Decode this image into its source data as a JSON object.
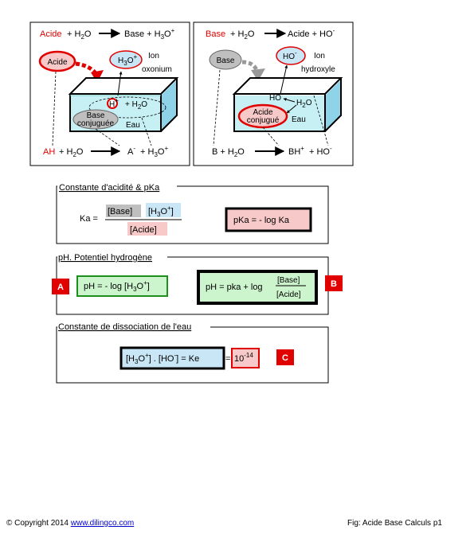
{
  "panel_acid": {
    "top_eq_lhs": "Acide",
    "top_eq_plus_h2o": "+ H",
    "top_eq_rhs": "Base + H",
    "o": "O",
    "two": "2",
    "three": "3",
    "plus": "+",
    "minus": "-",
    "bubble_acide": "Acide",
    "bubble_h3o": "H",
    "ion_label": "Ion",
    "oxonium_label": "oxonium",
    "proton_h": "H",
    "water_reaction": "+ H",
    "base_conj_1": "Base",
    "base_conj_2": "conjuguée",
    "eau": "Eau",
    "bottom_ah": "AH",
    "bottom_h2o": "+ H",
    "bottom_a": "A",
    "bottom_h3o": "+ H"
  },
  "panel_base": {
    "top_eq_lhs": "Base",
    "top_eq_plus_h2o": "+ H",
    "top_eq_rhs": "Acide + HO",
    "bubble_base": "Base",
    "bubble_ho": "HO",
    "ion_label": "Ion",
    "hydroxyle_label": "hydroxyle",
    "ho_small": "HO",
    "h2o_small": "H",
    "acide_conj_1": "Acide",
    "acide_conj_2": "conjugué",
    "eau": "Eau",
    "bottom_b": "B + H",
    "bottom_bh": "BH",
    "bottom_ho": "+ HO"
  },
  "section_ka": {
    "title": "Constante d'acidité & pKa",
    "ka_label": "Ka =",
    "base_term": "[Base]",
    "h3o_term_open": "[H",
    "acide_term": "[Acide]",
    "pka_formula": "pKa = - log Ka"
  },
  "section_ph": {
    "title": "pH. Potentiel hydrogène",
    "badge_a": "A",
    "ph_formula": "pH = - log [H",
    "ph_formula2": "pH =  pka + log",
    "base_term": "[Base]",
    "acide_term": "[Acide]",
    "badge_b": "B"
  },
  "section_ke": {
    "title": "Constante de dissociation de l'eau",
    "ke_formula_1": "[H",
    "ke_formula_2": "] . [HO",
    "ke_formula_3": "] = Ke",
    "equals": "=",
    "ke_value_base": "10",
    "ke_value_exp": "-14",
    "badge_c": "C"
  },
  "footer": {
    "copyright": "© Copyright 2014",
    "link": "www.dilingco.com",
    "fig": "Fig:  Acide Base Calculs p1"
  },
  "colors": {
    "red": "#e00000",
    "water": "#c7f0f5",
    "pink": "#f8c9c9",
    "blue_box": "#c9e6f6",
    "green_box": "#cdf5cd",
    "grey_box": "#bfbfbf",
    "green_border": "#1c8f1c"
  }
}
